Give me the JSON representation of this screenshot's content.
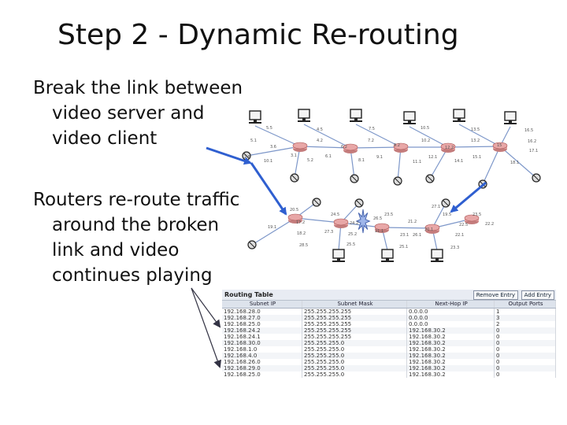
{
  "title": "Step 2 - Dynamic Re-routing",
  "bullets": [
    {
      "lines": [
        "Break the link between",
        "video server and",
        "video client"
      ]
    },
    {
      "lines": [
        "Routers re-route traffic",
        "around the broken",
        "link and video",
        "continues playing"
      ]
    }
  ],
  "colors": {
    "arrow": "#2f5fd0",
    "router": "#e8a7a7",
    "link": "#7d97c9",
    "text": "#111111"
  },
  "network": {
    "labels": [
      "5.5",
      "4.5",
      "7.5",
      "10.5",
      "13.5",
      "16.5",
      "5.1",
      "4.2",
      "7.2",
      "10.2",
      "13.2",
      "16.2",
      "3.6",
      "6.2",
      "9.2",
      "12.2",
      "15",
      "2.5",
      "10.1",
      "3.1",
      "5.2",
      "6.1",
      "8.1",
      "9.1",
      "11.1",
      "12.1",
      "14.1",
      "15.1",
      "17.1",
      "18.1",
      "20.5",
      "24.5",
      "23.5",
      "21.2",
      "19.5",
      "22.5",
      "19.1",
      "17.2",
      "24.2",
      "21.1",
      "20.1",
      "23.1",
      "22.1",
      "18.2",
      "28.5",
      "25.2",
      "27.3",
      "25.5",
      "25.1",
      "26.1",
      "23.3",
      "23.5",
      "22.2",
      "27.1",
      "26.5"
    ]
  },
  "routing_table": {
    "title": "Routing Table",
    "remove_label": "Remove Entry",
    "add_label": "Add Entry",
    "columns": [
      "Subnet IP",
      "Subnet Mask",
      "Next-Hop IP",
      "Output Ports"
    ],
    "rows": [
      [
        "192.168.28.0",
        "255.255.255.255",
        "0.0.0.0",
        "1"
      ],
      [
        "192.168.27.0",
        "255.255.255.255",
        "0.0.0.0",
        "3"
      ],
      [
        "192.168.25.0",
        "255.255.255.255",
        "0.0.0.0",
        "2"
      ],
      [
        "192.168.24.2",
        "255.255.255.255",
        "192.168.30.2",
        "0"
      ],
      [
        "192.168.24.1",
        "255.255.255.255",
        "192.168.30.2",
        "0"
      ],
      [
        "192.168.30.0",
        "255.255.255.0",
        "192.168.30.2",
        "0"
      ],
      [
        "192.168.1.0",
        "255.255.255.0",
        "192.168.30.2",
        "0"
      ],
      [
        "192.168.4.0",
        "255.255.255.0",
        "192.168.30.2",
        "0"
      ],
      [
        "192.168.26.0",
        "255.255.255.0",
        "192.168.30.2",
        "0"
      ],
      [
        "192.168.29.0",
        "255.255.255.0",
        "192.168.30.2",
        "0"
      ],
      [
        "192.168.25.0",
        "255.255.255.0",
        "192.168.30.2",
        "0"
      ]
    ]
  }
}
